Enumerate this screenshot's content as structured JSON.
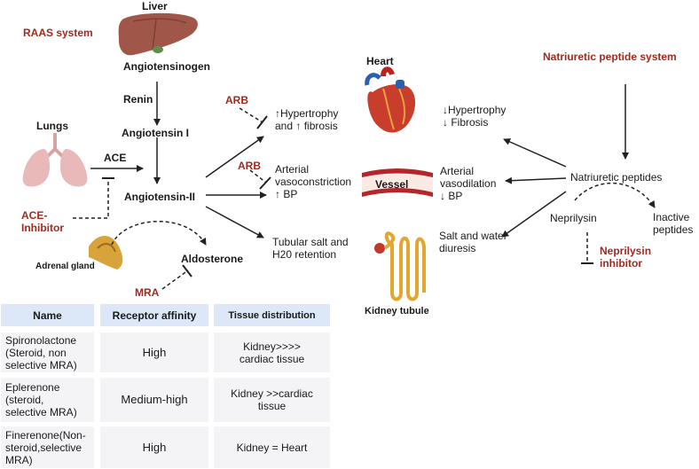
{
  "colors": {
    "accent_red": "#a02a20",
    "table_header": "#dce7f7",
    "table_cell": "#f4f4f6",
    "vessel": "#b3262b"
  },
  "raas": {
    "system_title": "RAAS system",
    "liver": "Liver",
    "angiotensinogen": "Angiotensinogen",
    "renin": "Renin",
    "angiotensin_i": "Angiotensin I",
    "lungs": "Lungs",
    "ace": "ACE",
    "angiotensin_ii": "Angiotensin-II",
    "ace_inhibitor_line1": "ACE-",
    "ace_inhibitor_line2": "Inhibitor",
    "adrenal_gland": "Adrenal gland",
    "aldosterone": "Aldosterone",
    "mra": "MRA"
  },
  "effects": {
    "arb_1": "ARB",
    "hypertrophy_line1": "↑Hypertrophy",
    "hypertrophy_line2": "and ↑ fibrosis",
    "arb_2": "ARB",
    "vasoconstriction_line1": "Arterial",
    "vasoconstriction_line2": "vasoconstriction",
    "vasoconstriction_line3": "↑ BP",
    "retention_line1": "Tubular salt and",
    "retention_line2": "H20 retention"
  },
  "organs": {
    "heart": "Heart",
    "vessel": "Vessel",
    "kidney_tubule": "Kidney tubule"
  },
  "natriuretic": {
    "system_title": "Natriuretic peptide system",
    "peptides": "Natriuretic peptides",
    "hypertrophy_line1": "↓Hypertrophy",
    "hypertrophy_line2": "↓ Fibrosis",
    "vasodilation_line1": "Arterial",
    "vasodilation_line2": "vasodilation",
    "vasodilation_line3": "↓ BP",
    "diuresis_line1": "Salt and water",
    "diuresis_line2": "diuresis",
    "neprilysin": "Neprilysin",
    "inactive_line1": "Inactive",
    "inactive_line2": "peptides",
    "inhibitor_line1": "Neprilysin",
    "inhibitor_line2": "inhibitor"
  },
  "table": {
    "headers": [
      "Name",
      "Receptor affinity",
      "Tissue distribution"
    ],
    "rows": [
      {
        "name": "Spironolactone\n(Steroid, non\nselective MRA)",
        "affinity": "High",
        "distribution": "Kidney>>>>\ncardiac tissue"
      },
      {
        "name": "Eplerenone\n(steroid,\nselective MRA)",
        "affinity": "Medium-high",
        "distribution": "Kidney >>cardiac\ntissue"
      },
      {
        "name": "Finerenone(Non-\nsteroid,selective\nMRA)",
        "affinity": "High",
        "distribution": "Kidney = Heart"
      }
    ]
  }
}
